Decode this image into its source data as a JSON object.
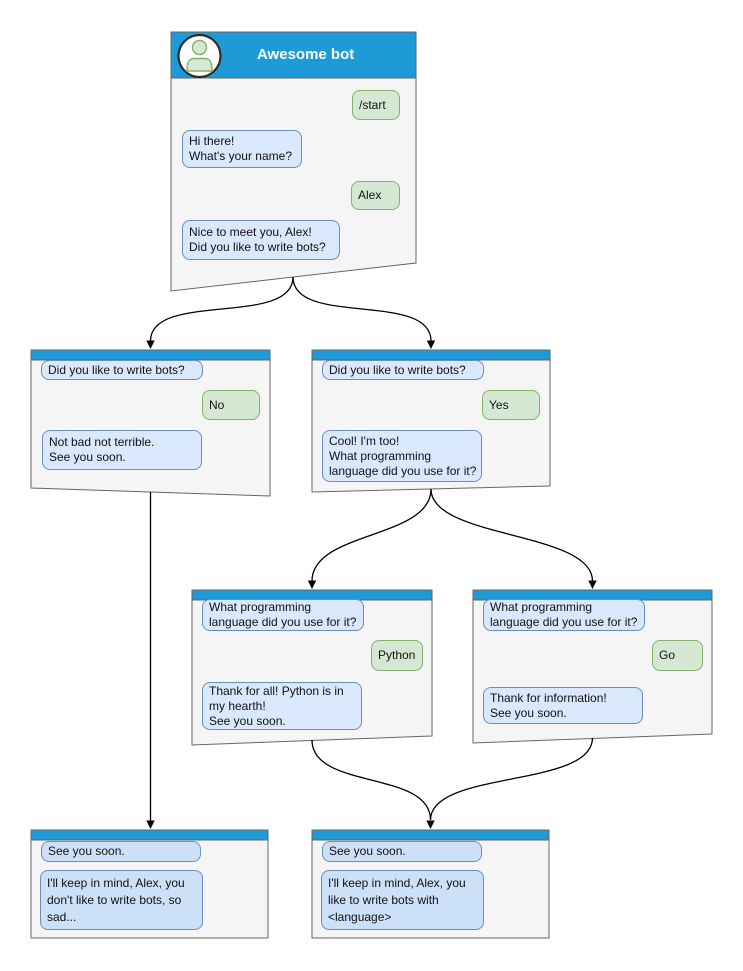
{
  "colors": {
    "header_blue": "#1e9bd7",
    "window_body": "#f5f5f5",
    "window_border": "#666666",
    "bot_fill": "#dae8fc",
    "bot_border": "#6c8ebf",
    "final_bot_fill": "#cce0f8",
    "user_fill": "#d5e8d4",
    "user_border": "#82b366",
    "connector": "#000000",
    "title_text": "#ffffff"
  },
  "icons": {
    "avatar": "person"
  },
  "nodes": [
    {
      "id": "awesome-bot",
      "title": "Awesome bot",
      "messages": [
        {
          "from": "user",
          "text": "/start"
        },
        {
          "from": "bot",
          "text": "Hi there!\nWhat's your name?"
        },
        {
          "from": "user",
          "text": "Alex"
        },
        {
          "from": "bot",
          "text": "Nice to meet you, Alex!\nDid you like to write bots?"
        }
      ]
    },
    {
      "id": "branch-no",
      "messages": [
        {
          "from": "bot",
          "text": "Did you like to write bots?"
        },
        {
          "from": "user",
          "text": "No"
        },
        {
          "from": "bot",
          "text": "Not bad not terrible.\nSee you soon."
        }
      ]
    },
    {
      "id": "branch-yes",
      "messages": [
        {
          "from": "bot",
          "text": "Did you like to write bots?"
        },
        {
          "from": "user",
          "text": "Yes"
        },
        {
          "from": "bot",
          "text": "Cool! I'm too!\nWhat programming\nlanguage did you use for it?"
        }
      ]
    },
    {
      "id": "branch-python",
      "messages": [
        {
          "from": "bot",
          "text": "What programming\nlanguage did you use for it?"
        },
        {
          "from": "user",
          "text": "Python"
        },
        {
          "from": "bot",
          "text": "Thank for all! Python is in\nmy hearth!\nSee you soon."
        }
      ]
    },
    {
      "id": "branch-go",
      "messages": [
        {
          "from": "bot",
          "text": "What programming\nlanguage did you use for it?"
        },
        {
          "from": "user",
          "text": "Go"
        },
        {
          "from": "bot",
          "text": "Thank for information!\nSee you soon."
        }
      ]
    },
    {
      "id": "end-no",
      "messages": [
        {
          "from": "bot",
          "text": "See you soon."
        },
        {
          "from": "bot",
          "text": "I'll keep in mind, Alex, you\ndon't like to write bots, so\nsad..."
        }
      ]
    },
    {
      "id": "end-language",
      "messages": [
        {
          "from": "bot",
          "text": "See you soon."
        },
        {
          "from": "bot",
          "text": "I'll keep in mind, Alex, you\nlike to write bots with\n<language>"
        }
      ]
    }
  ],
  "edges": [
    {
      "from": "awesome-bot",
      "to": "branch-no"
    },
    {
      "from": "awesome-bot",
      "to": "branch-yes"
    },
    {
      "from": "branch-no",
      "to": "end-no"
    },
    {
      "from": "branch-yes",
      "to": "branch-python"
    },
    {
      "from": "branch-yes",
      "to": "branch-go"
    },
    {
      "from": "branch-python",
      "to": "end-language"
    },
    {
      "from": "branch-go",
      "to": "end-language"
    }
  ]
}
